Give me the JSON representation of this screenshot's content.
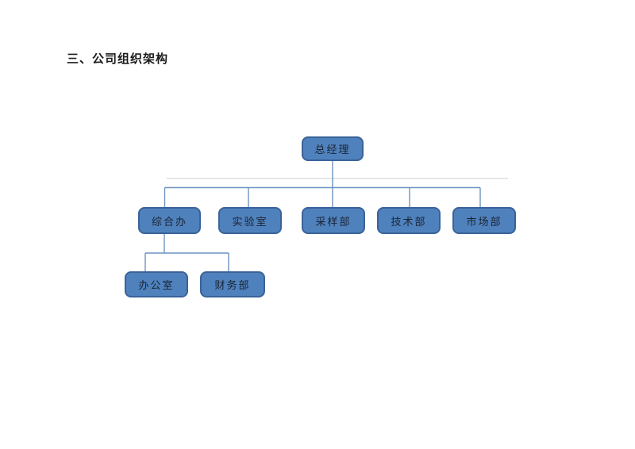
{
  "page": {
    "title": "三、公司组织架构"
  },
  "org": {
    "nodes": [
      {
        "id": "general-manager",
        "label": "总经理",
        "level": 1,
        "reports_to": null
      },
      {
        "id": "general-office",
        "label": "综合办",
        "level": 2,
        "reports_to": "general-manager"
      },
      {
        "id": "laboratory",
        "label": "实验室",
        "level": 2,
        "reports_to": "general-manager"
      },
      {
        "id": "sampling-dept",
        "label": "采样部",
        "level": 2,
        "reports_to": "general-manager"
      },
      {
        "id": "technical-dept",
        "label": "技术部",
        "level": 2,
        "reports_to": "general-manager"
      },
      {
        "id": "marketing-dept",
        "label": "市场部",
        "level": 2,
        "reports_to": "general-manager"
      },
      {
        "id": "office",
        "label": "办公室",
        "level": 3,
        "reports_to": "general-office"
      },
      {
        "id": "finance-dept",
        "label": "财务部",
        "level": 3,
        "reports_to": "general-office"
      }
    ],
    "colors": {
      "node_fill": "#4f81bd",
      "node_border": "#3a6398",
      "node_text": "#1a2433",
      "connector": "#6b93c0",
      "faint_line": "#c8cdd2",
      "page_background": "#ffffff",
      "title_text": "#1c1c1c"
    }
  }
}
